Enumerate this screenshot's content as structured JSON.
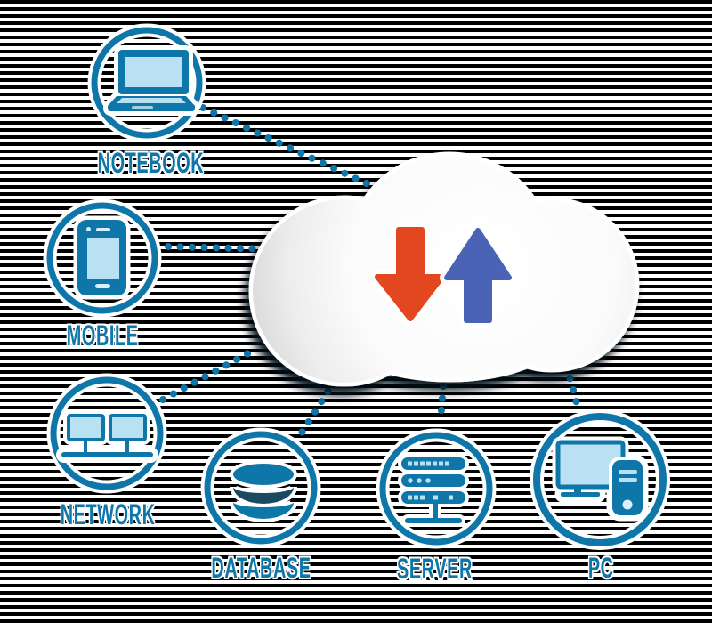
{
  "diagram": {
    "type": "cloud-computing-diagram",
    "cloud": {
      "download_arrow": {
        "direction": "down",
        "color": "#e2471f"
      },
      "upload_arrow": {
        "direction": "up",
        "color": "#4a63b4"
      }
    },
    "nodes": [
      {
        "id": "notebook",
        "label": "NOTEBOOK",
        "icon": "laptop-icon"
      },
      {
        "id": "mobile",
        "label": "MOBILE",
        "icon": "smartphone-icon"
      },
      {
        "id": "network",
        "label": "NETWORK",
        "icon": "dual-monitor-icon"
      },
      {
        "id": "database",
        "label": "DATABASE",
        "icon": "database-stack-icon"
      },
      {
        "id": "server",
        "label": "SERVER",
        "icon": "server-rack-icon"
      },
      {
        "id": "pc",
        "label": "PC",
        "icon": "desktop-pc-icon"
      }
    ],
    "colors": {
      "icon_blue": "#0e76a8",
      "icon_light_blue": "#b9e1f3",
      "icon_extra_light": "#d9effb",
      "database_dark": "#1a4a5f",
      "stripe_black": "#000000",
      "cloud_white": "#ffffff"
    }
  }
}
